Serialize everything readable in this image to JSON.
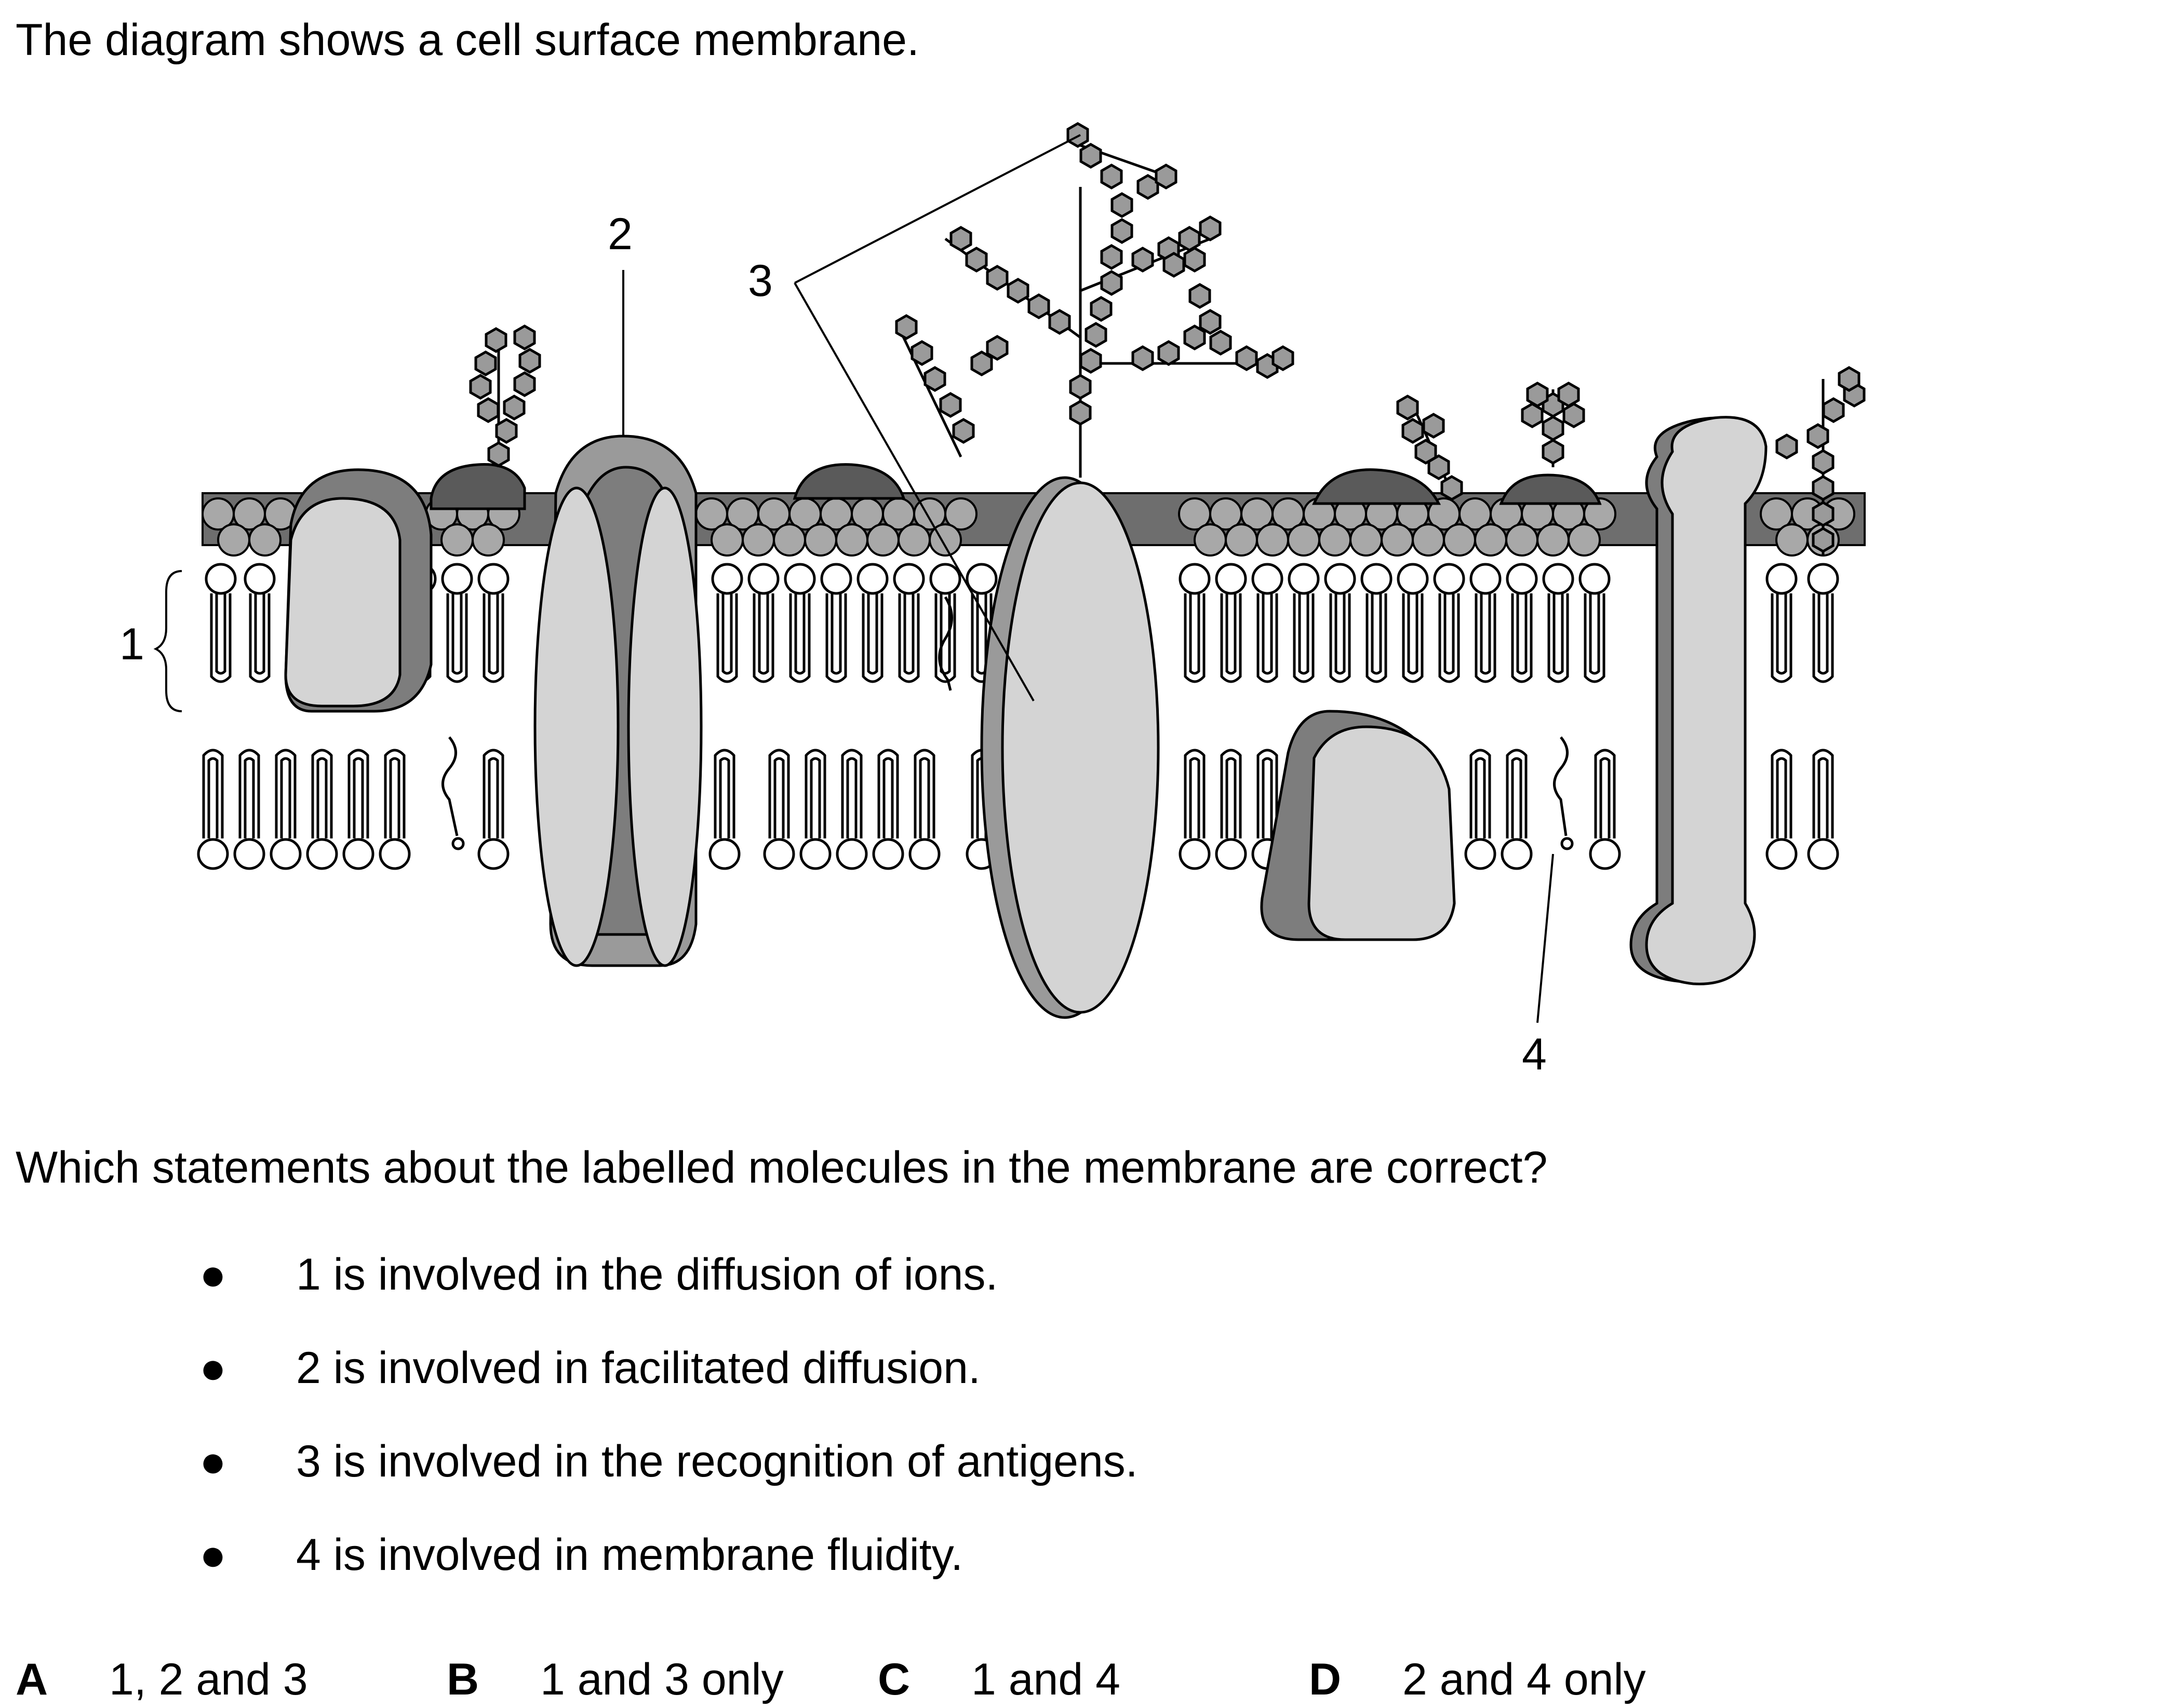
{
  "intro_text": "The diagram shows a cell surface membrane.",
  "diagram": {
    "labels": {
      "label_1": "1",
      "label_2": "2",
      "label_3": "3",
      "label_4": "4"
    },
    "colors": {
      "light_protein": "#d4d4d4",
      "dark_protein": "#5a5a5a",
      "mid_protein": "#7d7d7d",
      "sugar": "#9a9a9a",
      "outline": "#000000"
    }
  },
  "question_text": "Which statements about the labelled molecules in the membrane are correct?",
  "statements": [
    {
      "bullet": "●",
      "text": "1 is involved in the diffusion of ions."
    },
    {
      "bullet": "●",
      "text": "2 is involved in facilitated diffusion."
    },
    {
      "bullet": "●",
      "text": "3 is involved in the recognition of antigens."
    },
    {
      "bullet": "●",
      "text": "4 is involved in membrane fluidity."
    }
  ],
  "options": [
    {
      "letter": "A",
      "text": "1, 2 and 3"
    },
    {
      "letter": "B",
      "text": "1 and 3 only"
    },
    {
      "letter": "C",
      "text": "1 and 4"
    },
    {
      "letter": "D",
      "text": "2 and 4 only"
    }
  ]
}
